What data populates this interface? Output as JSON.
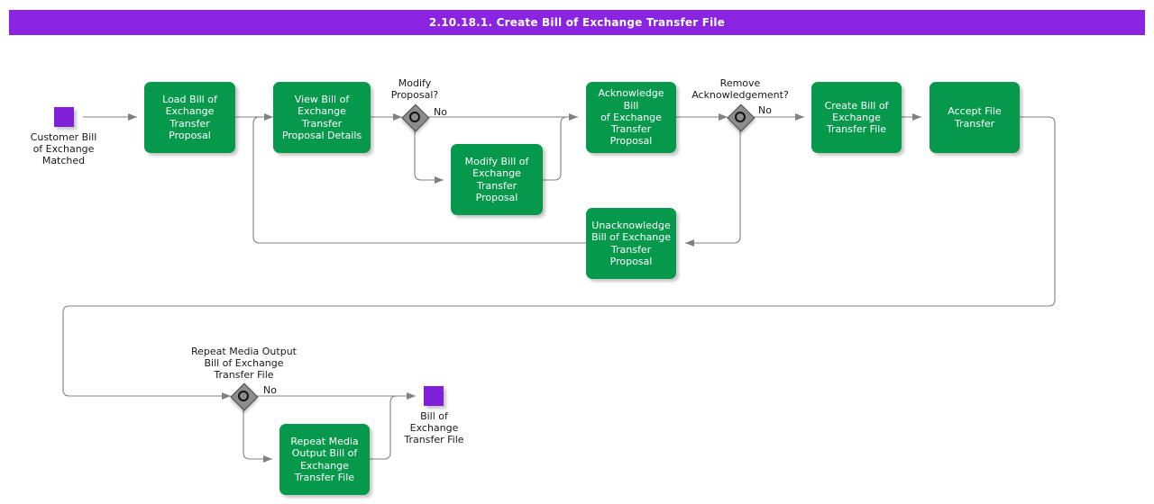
{
  "header": {
    "title": "2.10.18.1. Create Bill of Exchange Transfer File"
  },
  "colors": {
    "title_bar": "#8A24E0",
    "task_fill": "#07994B",
    "event_fill": "#7F20D8",
    "gateway_fill": "#8C8C8C",
    "connector": "#808080",
    "task_text": "#ffffff",
    "label_text": "#1a1a1a",
    "background": "#ffffff"
  },
  "diagram": {
    "type": "bpmn-flowchart",
    "start_event": {
      "name": "customer-bill-of-exchange-matched",
      "label": "Customer Bill\nof Exchange\nMatched"
    },
    "end_event": {
      "name": "bill-of-exchange-transfer-file",
      "label": "Bill of\nExchange\nTransfer File"
    },
    "tasks": [
      {
        "id": "load-proposal",
        "label": "Load Bill of\nExchange\nTransfer\nProposal"
      },
      {
        "id": "view-proposal",
        "label": "View Bill of\nExchange\nTransfer\nProposal Details"
      },
      {
        "id": "modify-proposal",
        "label": "Modify Bill of\nExchange\nTransfer\nProposal"
      },
      {
        "id": "acknowledge-proposal",
        "label": "Acknowledge Bill\nof Exchange\nTransfer\nProposal"
      },
      {
        "id": "unacknowledge-proposal",
        "label": "Unacknowledge\nBill of Exchange\nTransfer\nProposal"
      },
      {
        "id": "create-transfer-file",
        "label": "Create Bill of\nExchange\nTransfer File"
      },
      {
        "id": "accept-file-transfer",
        "label": "Accept File\nTransfer"
      },
      {
        "id": "repeat-media-output",
        "label": "Repeat Media\nOutput Bill of\nExchange\nTransfer File"
      }
    ],
    "gateways": [
      {
        "id": "modify-proposal-gateway",
        "label": "Modify\nProposal?",
        "branch_label": "No"
      },
      {
        "id": "remove-acknowledgement-gateway",
        "label": "Remove\nAcknowledgement?",
        "branch_label": "No"
      },
      {
        "id": "repeat-media-output-gateway",
        "label": "Repeat Media Output\nBill of Exchange\nTransfer File",
        "branch_label": "No"
      }
    ],
    "flows": [
      {
        "from": "customer-bill-of-exchange-matched",
        "to": "load-proposal"
      },
      {
        "from": "load-proposal",
        "to": "view-proposal"
      },
      {
        "from": "view-proposal",
        "to": "modify-proposal-gateway"
      },
      {
        "from": "modify-proposal-gateway",
        "to": "acknowledge-proposal",
        "label": "No"
      },
      {
        "from": "modify-proposal-gateway",
        "to": "modify-proposal"
      },
      {
        "from": "modify-proposal",
        "to": "acknowledge-proposal"
      },
      {
        "from": "acknowledge-proposal",
        "to": "remove-acknowledgement-gateway"
      },
      {
        "from": "remove-acknowledgement-gateway",
        "to": "create-transfer-file",
        "label": "No"
      },
      {
        "from": "remove-acknowledgement-gateway",
        "to": "unacknowledge-proposal"
      },
      {
        "from": "unacknowledge-proposal",
        "to": "view-proposal"
      },
      {
        "from": "create-transfer-file",
        "to": "accept-file-transfer"
      },
      {
        "from": "accept-file-transfer",
        "to": "repeat-media-output-gateway"
      },
      {
        "from": "repeat-media-output-gateway",
        "to": "bill-of-exchange-transfer-file",
        "label": "No"
      },
      {
        "from": "repeat-media-output-gateway",
        "to": "repeat-media-output"
      },
      {
        "from": "repeat-media-output",
        "to": "bill-of-exchange-transfer-file"
      }
    ]
  }
}
